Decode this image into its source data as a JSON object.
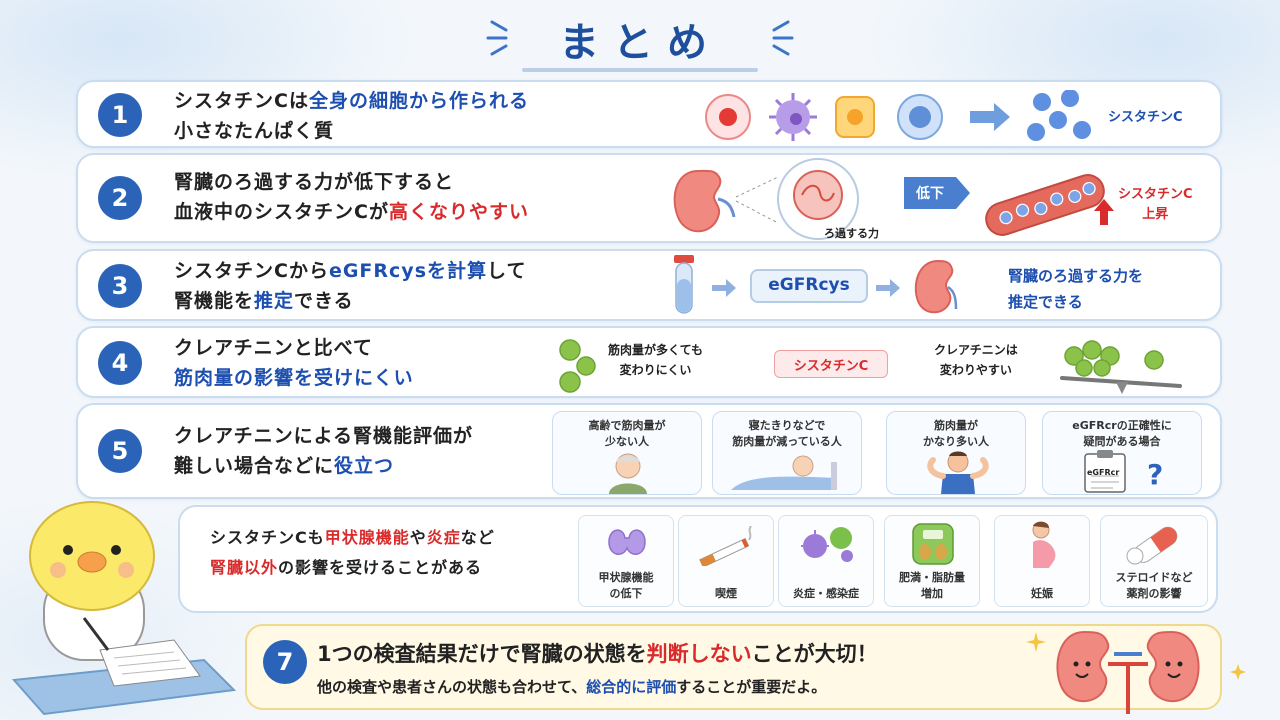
{
  "title": "まとめ",
  "rows": [
    {
      "num": "1",
      "line1a": "シスタチンCは",
      "line1b": "全身の細胞から作られる",
      "line2": "小さなたんぱく質",
      "label": "シスタチンC"
    },
    {
      "num": "2",
      "line1": "腎臓のろ過する力が低下すると",
      "line2a": "血液中のシスタチンCが",
      "line2b": "高くなりやすい",
      "filter_label": "ろ過する力",
      "down_label": "低下",
      "rise_label1": "シスタチンC",
      "rise_label2": "上昇"
    },
    {
      "num": "3",
      "line1a": "シスタチンCから",
      "line1b": "eGFRcysを計算",
      "line1c": "して",
      "line2a": "腎機能を",
      "line2b": "推定",
      "line2c": "できる",
      "box_label": "eGFRcys",
      "result1": "腎臓のろ過する力を",
      "result2": "推定できる"
    },
    {
      "num": "4",
      "line1": "クレアチニンと比べて",
      "line2": "筋肉量の影響を受けにくい",
      "left1": "筋肉量が多くても",
      "left2": "変わりにくい",
      "center": "シスタチンC",
      "right1": "クレアチニンは",
      "right2": "変わりやすい"
    },
    {
      "num": "5",
      "line1": "クレアチニンによる腎機能評価が",
      "line2a": "難しい場合などに",
      "line2b": "役立つ",
      "cards": [
        {
          "l1": "高齢で筋肉量が",
          "l2": "少ない人"
        },
        {
          "l1": "寝たきりなどで",
          "l2": "筋肉量が減っている人"
        },
        {
          "l1": "筋肉量が",
          "l2": "かなり多い人"
        },
        {
          "l1": "eGFRcrの正確性に",
          "l2": "疑問がある場合"
        }
      ],
      "clipboard_label": "eGFRcr"
    },
    {
      "line1a": "シスタチンCも",
      "line1b": "甲状腺機能",
      "line1c": "や",
      "line1d": "炎症",
      "line1e": "など",
      "line2a": "腎臓以外",
      "line2b": "の影響を受けることがある",
      "factors": [
        {
          "l1": "甲状腺機能",
          "l2": "の低下"
        },
        {
          "l1": "喫煙",
          "l2": ""
        },
        {
          "l1": "炎症・感染症",
          "l2": ""
        },
        {
          "l1": "肥満・脂肪量",
          "l2": "増加"
        },
        {
          "l1": "妊娠",
          "l2": ""
        },
        {
          "l1": "ステロイドなど",
          "l2": "薬剤の影響"
        }
      ]
    },
    {
      "num": "7",
      "line1a": "1つの検査結果だけで腎臓の状態を",
      "line1b": "判断しない",
      "line1c": "ことが大切！",
      "line2a": "他の検査や患者さんの状態も合わせて、",
      "line2b": "総合的に評価",
      "line2c": "することが重要だよ。"
    }
  ],
  "colors": {
    "accent": "#2a63b8",
    "title": "#1e4f9c",
    "red": "#d92b2b",
    "card_border": "#c9dcf0"
  }
}
